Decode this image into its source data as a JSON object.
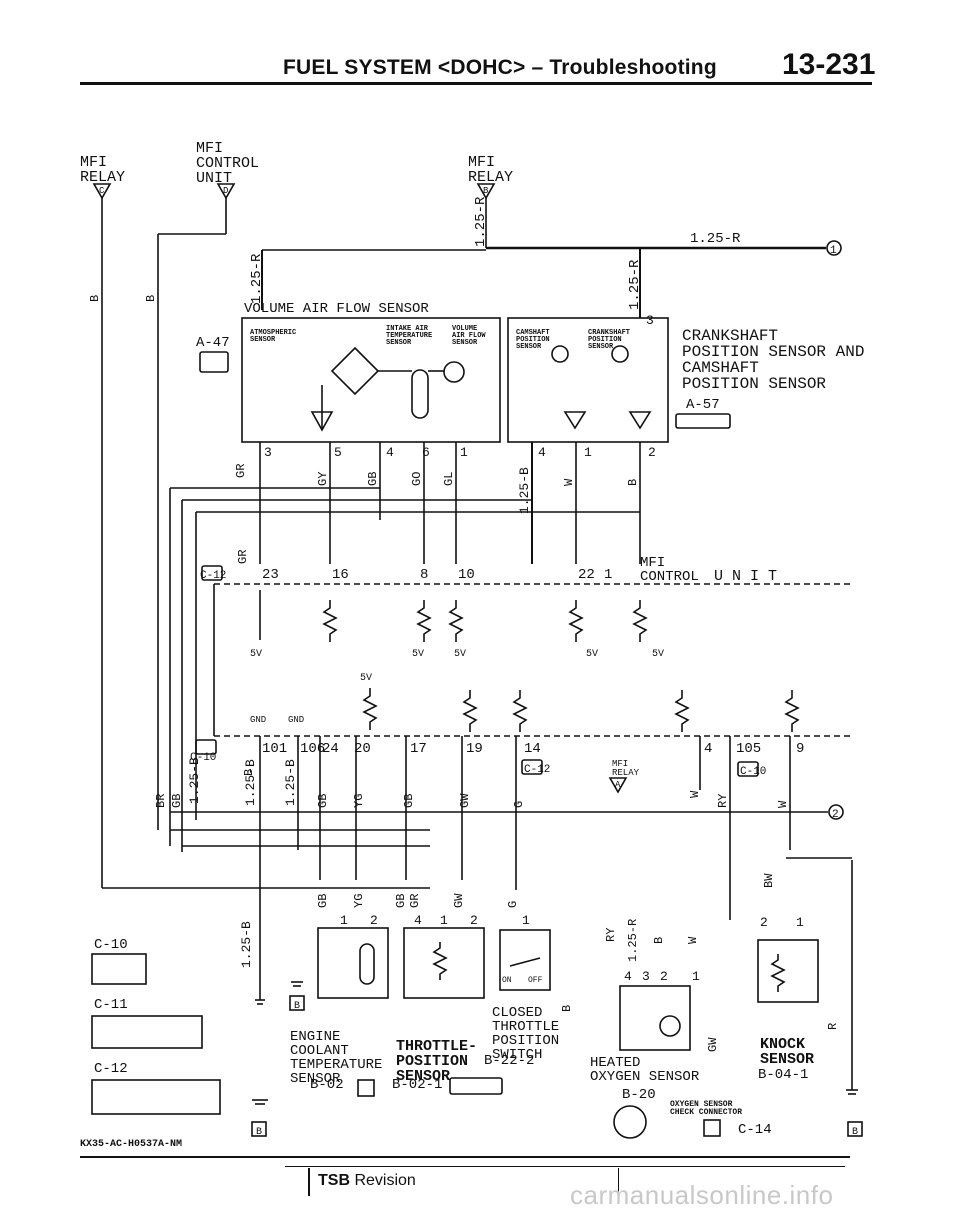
{
  "header": {
    "title": "FUEL SYSTEM <DOHC> – Troubleshooting",
    "page_number": "13-231"
  },
  "tops": {
    "relay_left": "MFI\nRELAY",
    "relay_left_pin": "C",
    "ecu_top": "MFI\nCONTROL\nUNIT",
    "ecu_top_pin": "D",
    "relay_right": "MFI\nRELAY",
    "relay_right_pin": "B"
  },
  "wires": {
    "w125r_v": "1.25-R",
    "w125r_h": "1.25-R",
    "b_left1": "B",
    "b_left2": "B",
    "r_vaf": "1.25-R",
    "r_crank": "1.25-R",
    "gr": "GR",
    "gy": "GY",
    "gb": "GB",
    "go": "GO",
    "gl": "GL",
    "b125_crank": "1.25-B",
    "w_crank": "W",
    "b_crank": "B",
    "gr2": "GR",
    "b125_a": "1.25-B",
    "b125_b": "1.25-B",
    "br": "BR",
    "gb_mid": "GB",
    "b_mid": "B",
    "gb2": "GB",
    "yg": "YG",
    "gb3": "GB",
    "gw": "GW",
    "g": "G",
    "w2": "W",
    "ry": "RY",
    "w3": "W",
    "b125_low": "1.25-B",
    "gb_low": "GB",
    "yg_low": "YG",
    "gb_low2": "GB",
    "gr_low": "GR",
    "gw_low": "GW",
    "g_low": "G",
    "b_low": "B",
    "ry_low": "RY",
    "r125_low": "1.25-R",
    "b_o2": "B",
    "w_o2": "W",
    "bw": "BW",
    "gw_o2": "GW",
    "r_knock": "R"
  },
  "components": {
    "vaf": {
      "title": "VOLUME AIR FLOW SENSOR",
      "connector": "A-47",
      "sub1": "ATMOSPHERIC\nSENSOR",
      "sub2": "INTAKE AIR\nTEMPERATURE\nSENSOR",
      "sub3": "VOLUME\nAIR FLOW\nSENSOR",
      "pins": [
        "3",
        "5",
        "4",
        "6",
        "1"
      ]
    },
    "crank": {
      "title": "CRANKSHAFT\nPOSITION SENSOR AND\nCAMSHAFT\nPOSITION SENSOR",
      "connector": "A-57",
      "sub1": "CAMSHAFT\nPOSITION\nSENSOR",
      "sub2": "CRANKSHAFT\nPOSITION\nSENSOR",
      "pins": [
        "3",
        "4",
        "1",
        "2"
      ]
    },
    "ecu": {
      "label": "MFI\nCONTROL",
      "label2": "U N I T",
      "connector_upper": "C-12",
      "pins_upper": [
        "23",
        "16",
        "8",
        "10",
        "22",
        "1"
      ],
      "connector_lower": "C-10",
      "pins_lower": [
        "101",
        "106",
        "24",
        "20",
        "17",
        "19",
        "14",
        "4",
        "105",
        "9"
      ],
      "connector_mid": "C-12",
      "connector_right": "C-10",
      "relay_mid": "MFI\nRELAY",
      "relay_mid_pin": "A",
      "v5": "5V",
      "gnd": "GND"
    },
    "ect": {
      "label": "ENGINE\nCOOLANT\nTEMPERATURE\nSENSOR",
      "connector": "B-02",
      "pins": [
        "1",
        "2"
      ]
    },
    "tps": {
      "label": "THROTTLE-\nPOSITION\nSENSOR",
      "connector": "B-02-1",
      "pins": [
        "4",
        "1",
        "2"
      ]
    },
    "ctps": {
      "label": "CLOSED\nTHROTTLE\nPOSITION\nSWITCH",
      "connector": "B-22-2",
      "pins": [
        "1"
      ],
      "on": "ON",
      "off": "OFF"
    },
    "o2": {
      "label": "HEATED\nOXYGEN SENSOR",
      "connector": "B-20",
      "pins": [
        "4",
        "3",
        "2",
        "1"
      ]
    },
    "o2check": {
      "label": "OXYGEN SENSOR\nCHECK CONNECTOR",
      "connector": "C-14"
    },
    "knock": {
      "label": "KNOCK\nSENSOR",
      "connector": "B-04-1",
      "pins": [
        "2",
        "1"
      ]
    }
  },
  "connectors": {
    "c10": "C-10",
    "c11": "C-11",
    "c12": "C-12"
  },
  "markers": {
    "m1": "1",
    "m2": "2"
  },
  "ground_tag": "B",
  "code": "KX35-AC-H0537A-NM",
  "footer": {
    "tsb_bold": "TSB",
    "tsb_rest": " Revision"
  },
  "watermark": "carmanualsonline.info"
}
